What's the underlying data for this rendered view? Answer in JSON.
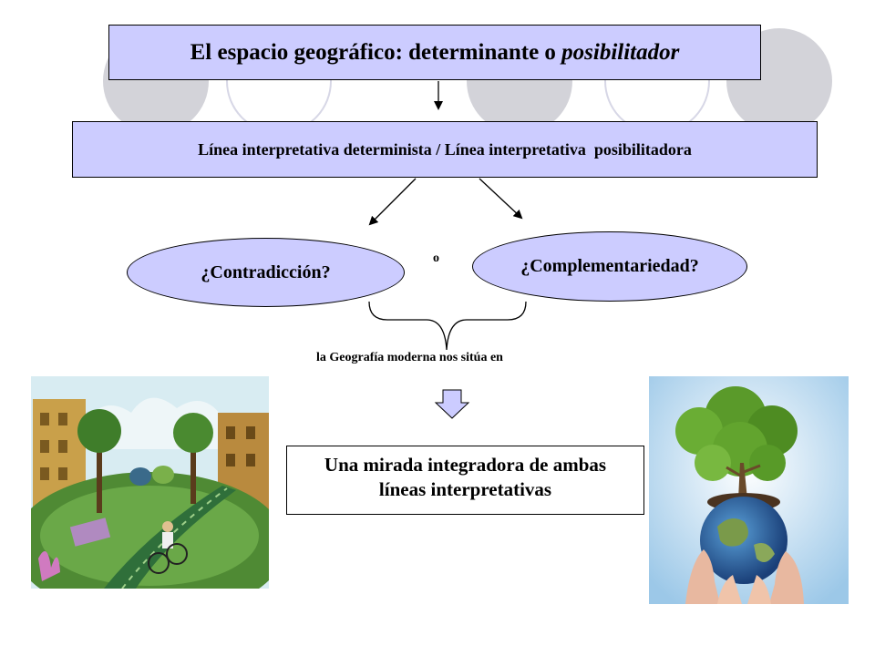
{
  "title": {
    "main": "El espacio geográfico: determinante o ",
    "italic": "posibilitador"
  },
  "subtitle": "Línea interpretativa determinista / Línea interpretativa  posibilitadora",
  "options": {
    "left": "¿Contradicción?",
    "connector": "o",
    "right": "¿Complementariedad?"
  },
  "bridge_text": "la Geografía moderna nos sitúa en",
  "conclusion": {
    "line1": "Una mirada integradora de ambas",
    "line2": "líneas interpretativas"
  },
  "colors": {
    "box_fill": "#ccccff",
    "circle_fill": "#d3d3d9",
    "circle_ring": "#d7d7e6"
  },
  "images": {
    "left": "city-park-illustration",
    "right": "tree-on-globe-in-hands-photo"
  }
}
